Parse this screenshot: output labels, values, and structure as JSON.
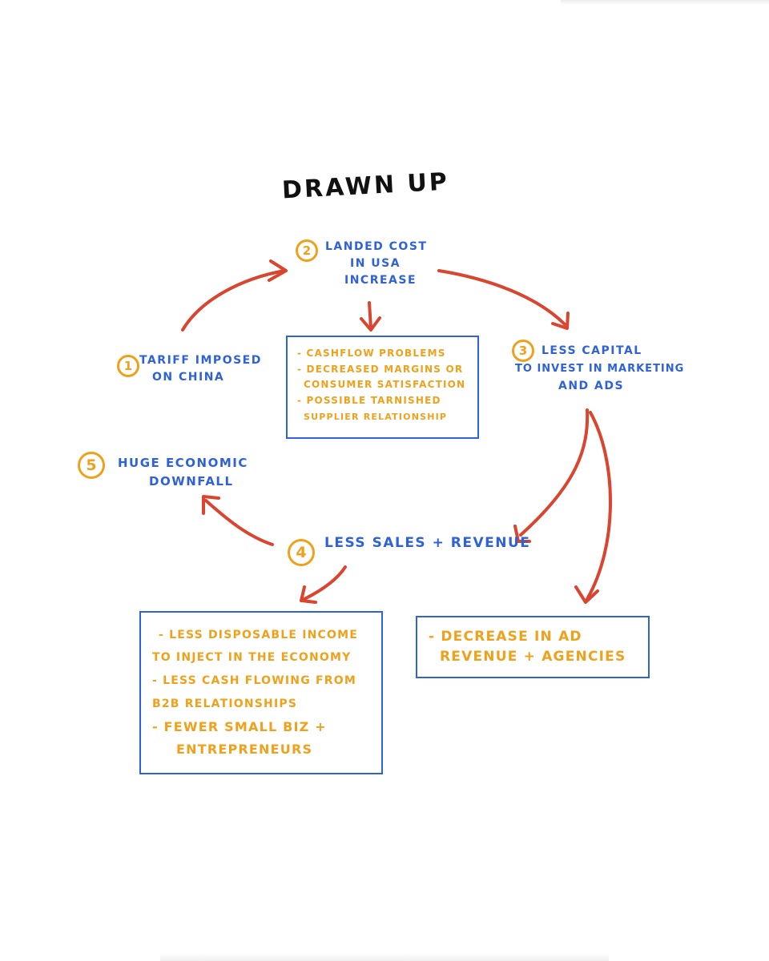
{
  "title": "DRAWN UP",
  "colors": {
    "blue": "#2f62d6",
    "orange": "#f0a11c",
    "arrow_red": "#d9452f"
  },
  "nodes": {
    "n1": {
      "num": "1",
      "lines": [
        "TARIFF IMPOSED",
        "ON CHINA"
      ]
    },
    "n2": {
      "num": "2",
      "lines": [
        "LANDED COST",
        "IN USA",
        "INCREASE"
      ]
    },
    "n3": {
      "num": "3",
      "lines": [
        "LESS CAPITAL",
        "TO INVEST IN MARKETING",
        "AND ADS"
      ]
    },
    "n4": {
      "num": "4",
      "lines": [
        "LESS SALES + REVENUE"
      ]
    },
    "n5": {
      "num": "5",
      "lines": [
        "HUGE ECONOMIC",
        "DOWNFALL"
      ]
    }
  },
  "box_top": {
    "items": [
      "- CASHFLOW PROBLEMS",
      "- DECREASED MARGINS OR",
      "CONSUMER SATISFACTION",
      "- POSSIBLE TARNISHED",
      "SUPPLIER RELATIONSHIP"
    ]
  },
  "box_left": {
    "items": [
      "- LESS DISPOSABLE INCOME",
      "TO INJECT IN THE ECONOMY",
      "- LESS CASH FLOWING FROM",
      "B2B RELATIONSHIPS",
      "- FEWER SMALL BIZ +",
      "ENTREPRENEURS"
    ]
  },
  "box_right": {
    "items": [
      "- DECREASE IN AD",
      "REVENUE + AGENCIES"
    ]
  }
}
